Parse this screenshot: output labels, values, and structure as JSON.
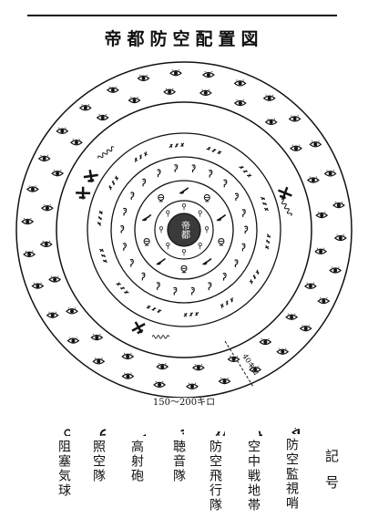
{
  "title": "帝都防空配置図",
  "center_label": "帝都",
  "range_label": "150〜200キロ",
  "distance_label": "40キロ",
  "legend": {
    "title": "記号",
    "items": [
      {
        "icon": "balloon-icon",
        "label": "阻塞気球"
      },
      {
        "icon": "searchlight-icon",
        "label": "照空隊"
      },
      {
        "icon": "artillery-icon",
        "label": "高射砲"
      },
      {
        "icon": "listening-icon",
        "label": "聴音隊"
      },
      {
        "icon": "aircraft-squadron-icon",
        "label": "防空飛行隊"
      },
      {
        "icon": "aerial-combat-icon",
        "label": "空中戦地帯"
      },
      {
        "icon": "eye-icon",
        "label": "防空監視哨"
      }
    ]
  }
}
